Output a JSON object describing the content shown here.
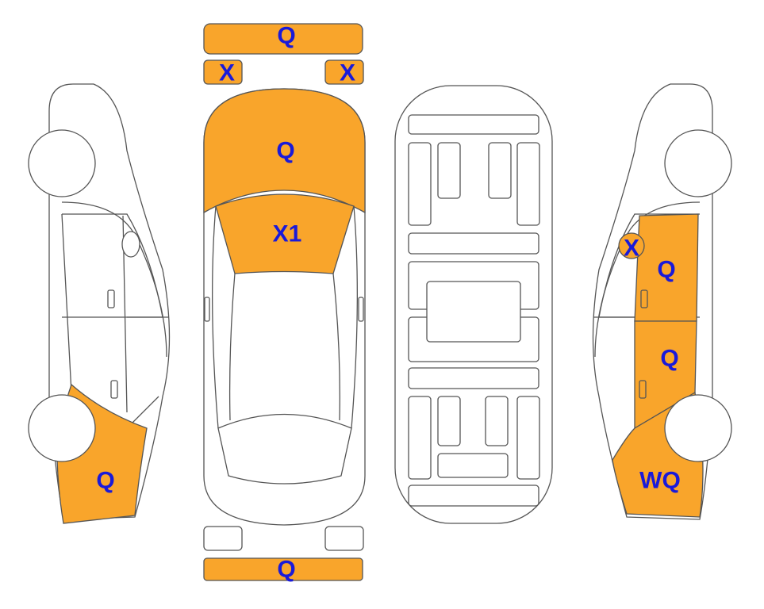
{
  "colors": {
    "damage_fill": "#f9a52b",
    "label": "#1a1ad9",
    "outline": "#555555",
    "background": "#ffffff"
  },
  "panels": {
    "front_bumper": {
      "code": "Q",
      "damaged": true
    },
    "left_headlight": {
      "code": "X",
      "damaged": true
    },
    "right_headlight": {
      "code": "X",
      "damaged": true
    },
    "hood": {
      "code": "Q",
      "damaged": true
    },
    "windshield": {
      "code": "X1",
      "damaged": true
    },
    "rear_bumper": {
      "code": "Q",
      "damaged": true
    },
    "left_taillight": {
      "code": "",
      "damaged": false
    },
    "right_taillight": {
      "code": "",
      "damaged": false
    },
    "left_rear_quarter": {
      "code": "Q",
      "damaged": true
    },
    "right_mirror": {
      "code": "X",
      "damaged": true
    },
    "right_front_door": {
      "code": "Q",
      "damaged": true
    },
    "right_rear_door": {
      "code": "Q",
      "damaged": true
    },
    "right_rear_quarter": {
      "code": "WQ",
      "damaged": true
    }
  }
}
